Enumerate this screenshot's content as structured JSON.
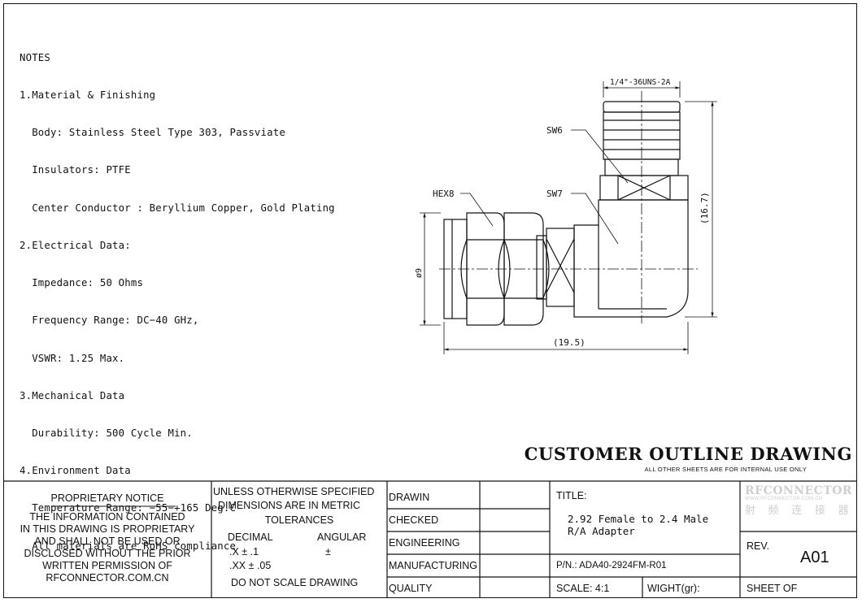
{
  "notes": [
    "NOTES",
    "1.Material & Finishing",
    "  Body: Stainless Steel Type 303, Passviate",
    "  Insulators: PTFE",
    "  Center Conductor : Beryllium Copper, Gold Plating",
    "2.Electrical Data:",
    "  Impedance: 50 Ohms",
    "  Frequency Range: DC−40 GHz,",
    "  VSWR: 1.25 Max.",
    "3.Mechanical Data",
    "  Durability: 500 Cycle Min.",
    "4.Environment Data",
    "  Temperature Range: −55−+165 Deg.C",
    "  All materials are RoHS compliance"
  ],
  "drawing": {
    "thread_label": "1/4\"-36UNS-2A",
    "sw6": "SW6",
    "sw7": "SW7",
    "hex8": "HEX8",
    "dim_height": "(16.7)",
    "dim_diameter": "ø9",
    "dim_length": "(19.5)"
  },
  "header": {
    "title": "CUSTOMER OUTLINE DRAWING",
    "subtitle": "ALL OTHER SHEETS ARE FOR INTERNAL USE ONLY"
  },
  "title_block": {
    "proprietary_heading": "PROPRIETARY NOTICE",
    "proprietary_lines": [
      "THE INFORMATION CONTAINED",
      "IN THIS DRAWING IS PROPRIETARY",
      "AND SHALL NOT BE USED OR",
      "DISCLOSED WITHOUT THE PRIOR",
      "WRITTEN PERMISSION OF",
      "RFCONNECTOR.COM.CN"
    ],
    "unless_line1": "UNLESS OTHERWISE SPECIFIED",
    "unless_line2": "DIMENSIONS ARE IN METRIC",
    "tolerances": "TOLERANCES",
    "decimal": "DECIMAL",
    "angular": "ANGULAR",
    "tol_x": ".X ± .1",
    "tol_angle": "±",
    "tol_xx": ".XX ± .05",
    "do_not_scale": "DO NOT SCALE DRAWING",
    "roles": [
      "DRAWIN",
      "CHECKED",
      "ENGINEERING",
      "MANUFACTURING",
      "QUALITY"
    ],
    "title_label": "TITLE:",
    "title_line1": "2.92 Female to 2.4 Male",
    "title_line2": "R/A Adapter",
    "pn": "P/N.: ADA40-2924FM-R01",
    "scale": "SCALE:  4:1",
    "weight": "WIGHT(gr):",
    "rev_label": "REV.",
    "rev_value": "A01",
    "sheet": "SHEET   OF",
    "logo_name": "RFCONNECTOR",
    "logo_url": "WWW.RFCONNECTOR.COM.CN",
    "logo_cn": "射 频 连 接 器"
  }
}
